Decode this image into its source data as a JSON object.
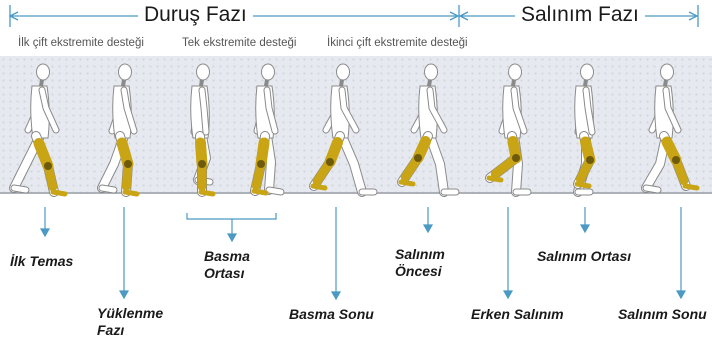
{
  "phases": {
    "stance": "Duruş Fazı",
    "swing": "Salınım Fazı"
  },
  "support": {
    "initial_double": "İlk çift ekstremite desteği",
    "single": "Tek ekstremite desteği",
    "terminal_double": "İkinci çift ekstremite desteği"
  },
  "events": {
    "initial_contact": "İlk Temas",
    "loading_response_line1": "Yüklenme",
    "loading_response_line2": "Fazı",
    "mid_stance_line1": "Basma",
    "mid_stance_line2": "Ortası",
    "terminal_stance": "Basma Sonu",
    "pre_swing_line1": "Salınım",
    "pre_swing_line2": "Öncesi",
    "initial_swing": "Erken Salınım",
    "mid_swing": "Salınım Ortası",
    "terminal_swing": "Salınım Sonu"
  },
  "colors": {
    "arrow": "#4a9ac4",
    "band": "#e6e9ef",
    "dots": "#d2d7df",
    "figure_stroke": "#8a8a8a",
    "figure_fill": "#ffffff",
    "orthosis": "#c9a414",
    "orthosis_dark": "#8d7410",
    "ground": "#9aa0a6"
  },
  "icons": [
    "walking-figure-icon",
    "knee-orthosis-icon"
  ]
}
